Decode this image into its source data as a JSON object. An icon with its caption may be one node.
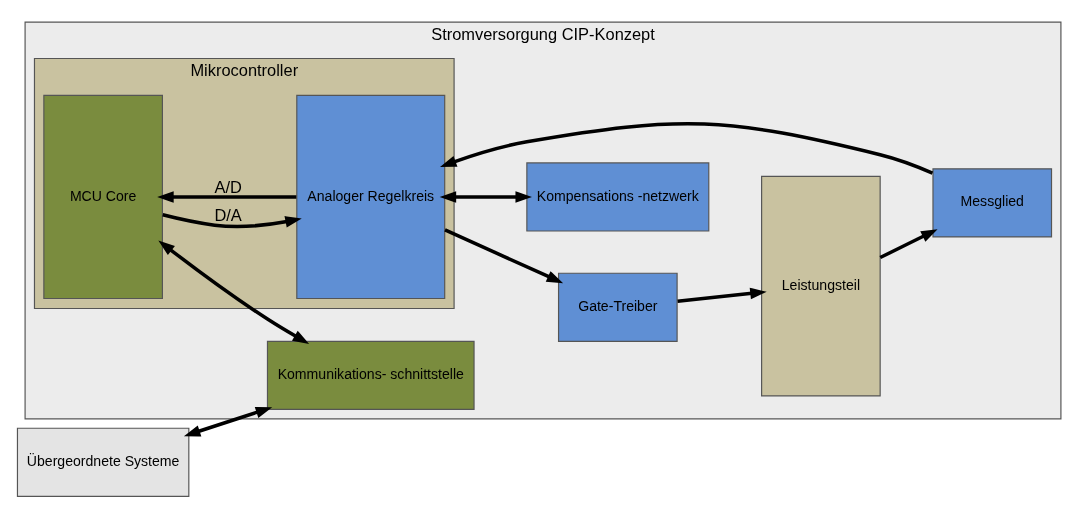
{
  "diagram": {
    "nodes": [
      {
        "text": [
          "Stromversorgung CIP-Konzept"
        ]
      },
      {
        "text": [
          "Mikrocontroller"
        ],
        "in": 0
      },
      {
        "text": [
          "MCU Core"
        ],
        "in": 1
      },
      {
        "text": [
          "Analoger Regelkreis"
        ],
        "in": 1
      },
      {
        "text": [
          "Gate-Treiber"
        ],
        "in": 0
      },
      {
        "text": [
          "Leistungsteil"
        ],
        "in": 0
      },
      {
        "text": [
          "Messglied"
        ],
        "in": 0
      },
      {
        "text": [
          "Kommunikations- schnittstelle"
        ],
        "in": 0
      },
      {
        "text": [
          "Kompensations -netzwerk"
        ],
        "in": 0
      },
      {
        "text": [
          "Übergeordnete Systeme"
        ]
      }
    ],
    "edges": [
      {
        "from": 3,
        "to": 2,
        "arrow": "to",
        "label": "A/D"
      },
      {
        "from": 2,
        "to": 3,
        "arrow": "to",
        "label": "D/A"
      },
      {
        "from": 3,
        "to": 4,
        "arrow": "to"
      },
      {
        "from": 4,
        "to": 5,
        "arrow": "to"
      },
      {
        "from": 5,
        "to": 6,
        "arrow": "to"
      },
      {
        "from": 6,
        "to": 3,
        "arrow": "to"
      },
      {
        "from": 2,
        "to": 7,
        "arrow": "both"
      },
      {
        "from": 3,
        "to": 8,
        "arrow": "both"
      },
      {
        "from": 9,
        "to": 7,
        "arrow": "both"
      }
    ]
  }
}
